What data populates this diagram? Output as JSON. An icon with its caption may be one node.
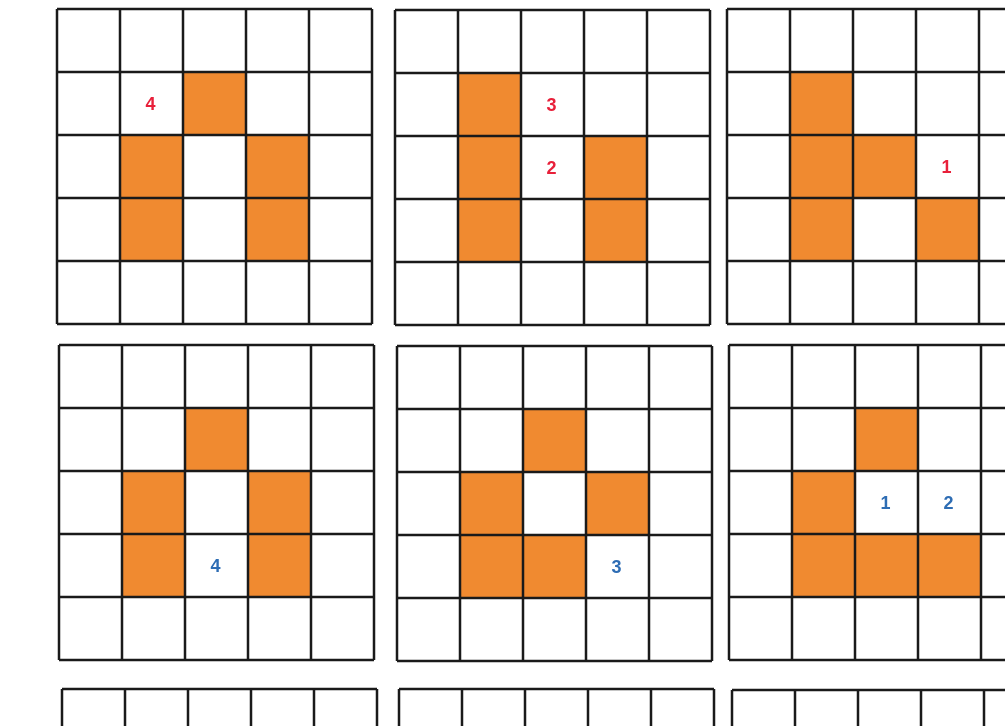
{
  "diagram": {
    "labels": [
      "4",
      "3",
      "2",
      "1",
      "4",
      "3",
      "1",
      "2"
    ]
  }
}
